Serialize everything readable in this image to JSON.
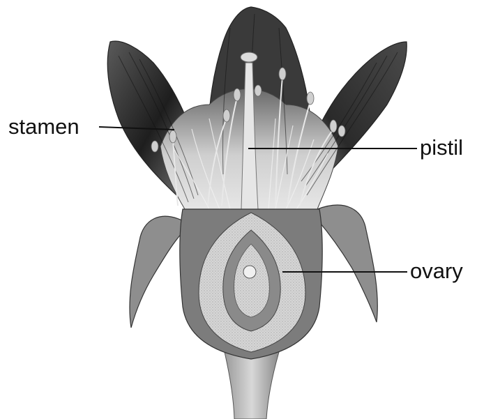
{
  "labels": {
    "stamen": "stamen",
    "pistil": "pistil",
    "ovary": "ovary"
  },
  "colors": {
    "petal_dark": "#3a3a3a",
    "petal_mid": "#7a7a7a",
    "petal_light": "#c8c8c8",
    "ovary_fill": "#d9d9d9",
    "leader_line": "#111111"
  }
}
